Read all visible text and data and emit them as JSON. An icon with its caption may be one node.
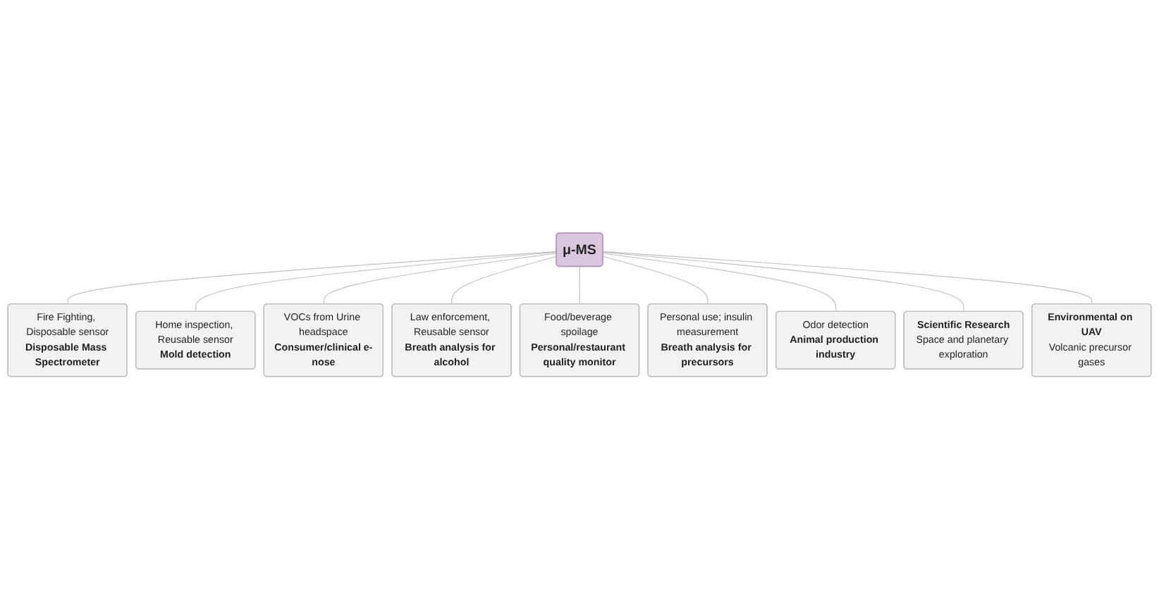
{
  "diagram": {
    "nodes": [
      {
        "text": [
          "μ-MS"
        ]
      },
      {
        "text": [
          "Fire Fighting, Disposable sensor",
          "Disposable Mass Spectrometer"
        ]
      },
      {
        "text": [
          "Home inspection, Reusable sensor",
          "Mold detection"
        ]
      },
      {
        "text": [
          "VOCs from Urine headspace",
          "Consumer/clinical e-nose"
        ]
      },
      {
        "text": [
          "Law enforcement, Reusable sensor",
          "Breath analysis for alcohol"
        ]
      },
      {
        "text": [
          "Food/beverage spoilage",
          "Personal/restaurant quality monitor"
        ]
      },
      {
        "text": [
          "Personal use; insulin measurement",
          "Breath analysis for precursors"
        ]
      },
      {
        "text": [
          "Odor detection",
          "Animal production industry"
        ]
      },
      {
        "text": [
          "Scientific Research",
          "Space and planetary exploration"
        ]
      },
      {
        "text": [
          "Environmental on UAV",
          "Volcanic precursor gases"
        ]
      }
    ],
    "edges": [
      {
        "from": 0,
        "to": 1,
        "arrow": "none"
      },
      {
        "from": 0,
        "to": 2,
        "arrow": "none"
      },
      {
        "from": 0,
        "to": 3,
        "arrow": "none"
      },
      {
        "from": 0,
        "to": 4,
        "arrow": "none"
      },
      {
        "from": 0,
        "to": 5,
        "arrow": "none"
      },
      {
        "from": 0,
        "to": 6,
        "arrow": "none"
      },
      {
        "from": 0,
        "to": 7,
        "arrow": "none"
      },
      {
        "from": 0,
        "to": 8,
        "arrow": "none"
      },
      {
        "from": 0,
        "to": 9,
        "arrow": "none"
      }
    ]
  }
}
